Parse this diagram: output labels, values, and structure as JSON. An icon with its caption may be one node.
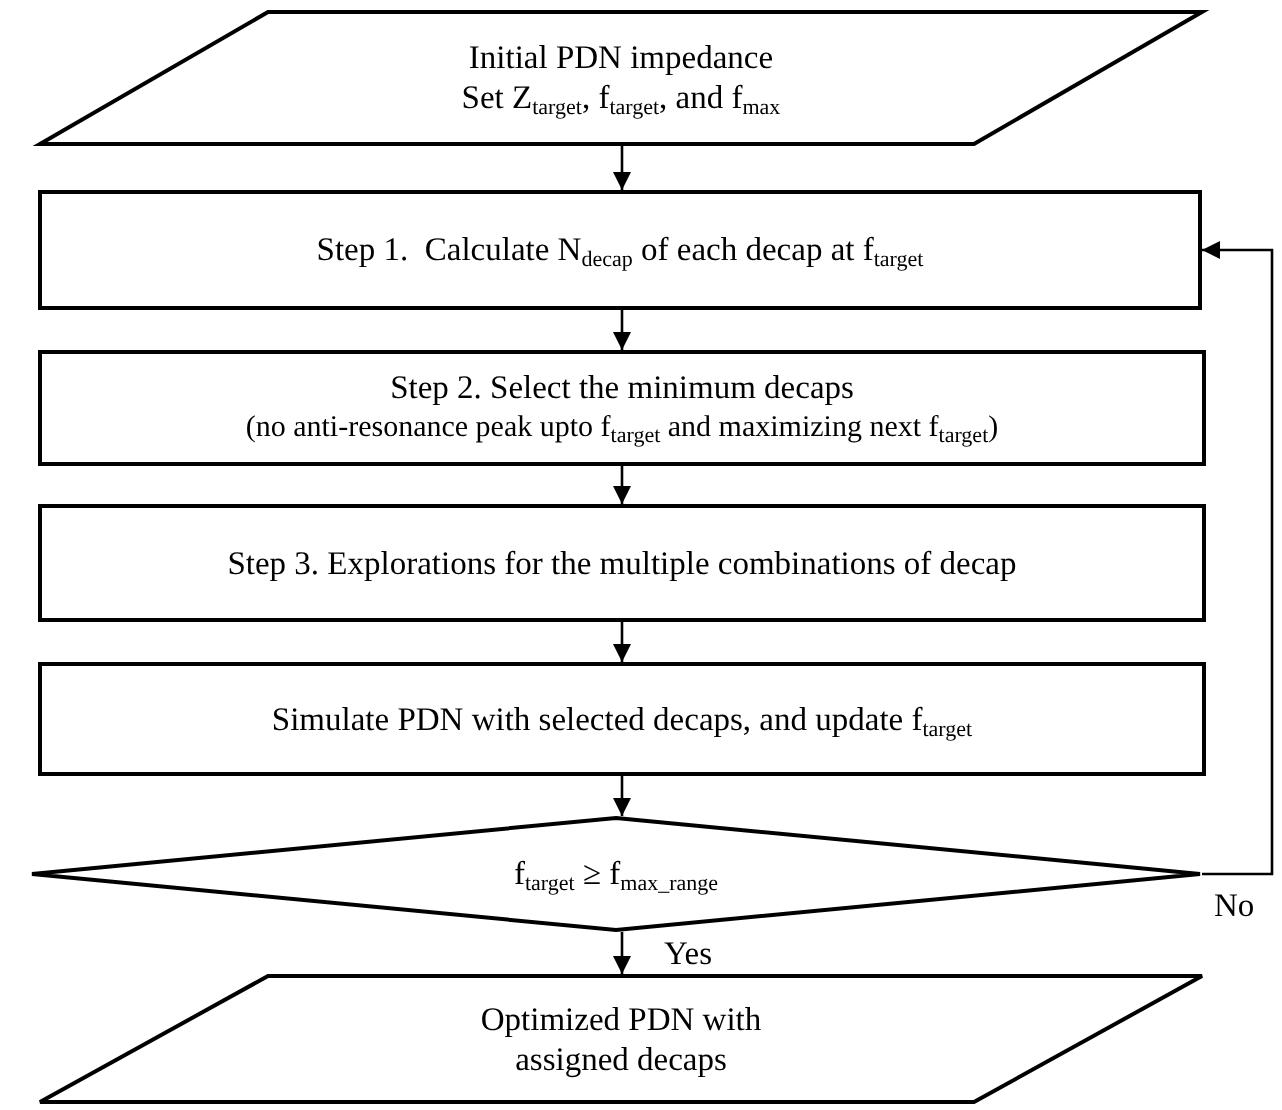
{
  "diagram": {
    "nodes": [
      {
        "text": [
          "Initial PDN impedance",
          "Set Z$_{target}$, f$_{target}$, and f$_{max}$"
        ]
      },
      {
        "text": [
          "Step 1.  Calculate N$_{decap}$ of each decap at f$_{target}$"
        ]
      },
      {
        "text": [
          "Step 2. Select the minimum decaps",
          "(no anti-resonance peak upto f$_{target}$ and maximizing next f$_{target}$)"
        ]
      },
      {
        "text": [
          "Step 3. Explorations for the multiple combinations of decap"
        ]
      },
      {
        "text": [
          "Simulate PDN with selected decaps, and update f$_{target}$"
        ]
      },
      {
        "text": [
          "f$_{target}$ ≥ f$_{max_range}$"
        ]
      },
      {
        "text": [
          "Optimized PDN with assigned decaps"
        ]
      }
    ],
    "edges": [
      {
        "from": 0,
        "to": 1,
        "arrow": "to"
      },
      {
        "from": 1,
        "to": 2,
        "arrow": "to"
      },
      {
        "from": 2,
        "to": 3,
        "arrow": "to"
      },
      {
        "from": 3,
        "to": 4,
        "arrow": "to"
      },
      {
        "from": 4,
        "to": 5,
        "arrow": "to"
      },
      {
        "from": 5,
        "to": 6,
        "arrow": "to",
        "label": "Yes"
      },
      {
        "from": 5,
        "to": 1,
        "arrow": "to",
        "label": "No"
      }
    ]
  }
}
